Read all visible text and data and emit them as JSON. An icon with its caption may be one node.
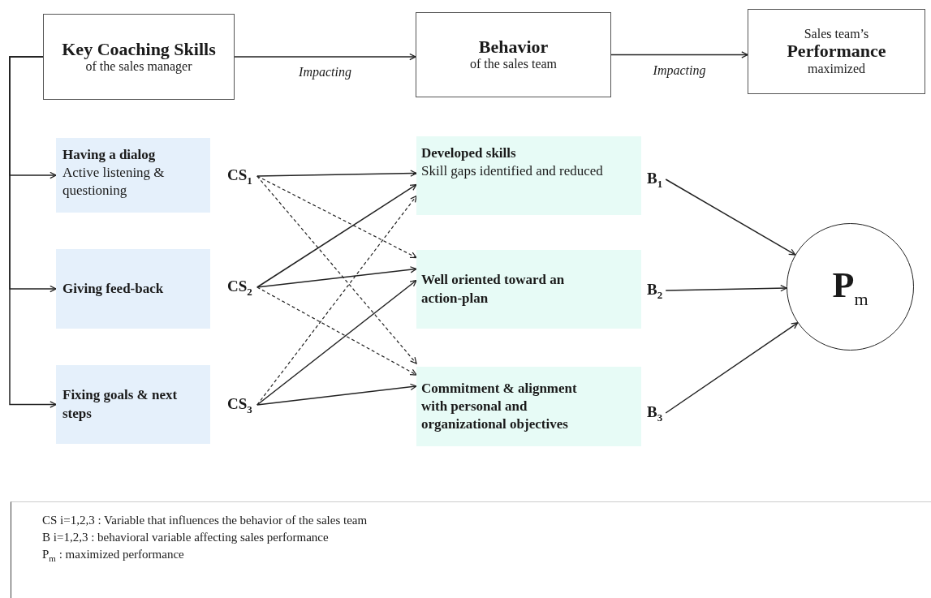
{
  "diagram": {
    "nodes": [
      {
        "text": [
          "Key Coaching Skills",
          "of the sales manager"
        ]
      },
      {
        "text": [
          "Behavior",
          "of the sales team"
        ]
      },
      {
        "text": [
          "Sales team’s",
          "Performance",
          "maximized"
        ]
      },
      {
        "text": [
          "Having a dialog",
          "Active listening & questioning"
        ]
      },
      {
        "text": [
          "Giving feed-back"
        ]
      },
      {
        "text": [
          "Fixing goals & next steps"
        ]
      },
      {
        "text": [
          "CS$_{1}$"
        ]
      },
      {
        "text": [
          "CS$_{2}$"
        ]
      },
      {
        "text": [
          "CS$_{3}$"
        ]
      },
      {
        "text": [
          "Developed skills",
          "Skill gaps identified and reduced"
        ]
      },
      {
        "text": [
          "Well oriented toward an action-plan"
        ]
      },
      {
        "text": [
          "Commitment & alignment with personal and organizational objectives"
        ]
      },
      {
        "text": [
          "B$_{1}$"
        ]
      },
      {
        "text": [
          "B$_{2}$"
        ]
      },
      {
        "text": [
          "B$_{3}$"
        ]
      },
      {
        "text": [
          "P$_{m}$"
        ]
      },
      {
        "text": [
          "CS i=1,2,3 : Variable that influences the behavior of the sales team",
          "B i=1,2,3 : behavioral variable affecting sales performance",
          "P$_{m}$ : maximized performance"
        ]
      }
    ],
    "edges": [
      {
        "from": 0,
        "to": 1,
        "arrow": "to",
        "label": "Impacting"
      },
      {
        "from": 1,
        "to": 2,
        "arrow": "to",
        "label": "Impacting"
      },
      {
        "from": 0,
        "to": 3,
        "arrow": "to"
      },
      {
        "from": 0,
        "to": 4,
        "arrow": "to"
      },
      {
        "from": 0,
        "to": 5,
        "arrow": "to"
      },
      {
        "from": 6,
        "to": 9,
        "arrow": "to"
      },
      {
        "from": 6,
        "to": 10,
        "arrow": "to",
        "style": "dashed"
      },
      {
        "from": 6,
        "to": 11,
        "arrow": "to",
        "style": "dashed"
      },
      {
        "from": 7,
        "to": 9,
        "arrow": "to"
      },
      {
        "from": 7,
        "to": 10,
        "arrow": "to"
      },
      {
        "from": 7,
        "to": 11,
        "arrow": "to",
        "style": "dashed"
      },
      {
        "from": 8,
        "to": 9,
        "arrow": "to",
        "style": "dashed"
      },
      {
        "from": 8,
        "to": 10,
        "arrow": "to"
      },
      {
        "from": 8,
        "to": 11,
        "arrow": "to"
      },
      {
        "from": 12,
        "to": 15,
        "arrow": "to"
      },
      {
        "from": 13,
        "to": 15,
        "arrow": "to"
      },
      {
        "from": 14,
        "to": 15,
        "arrow": "to"
      }
    ]
  }
}
